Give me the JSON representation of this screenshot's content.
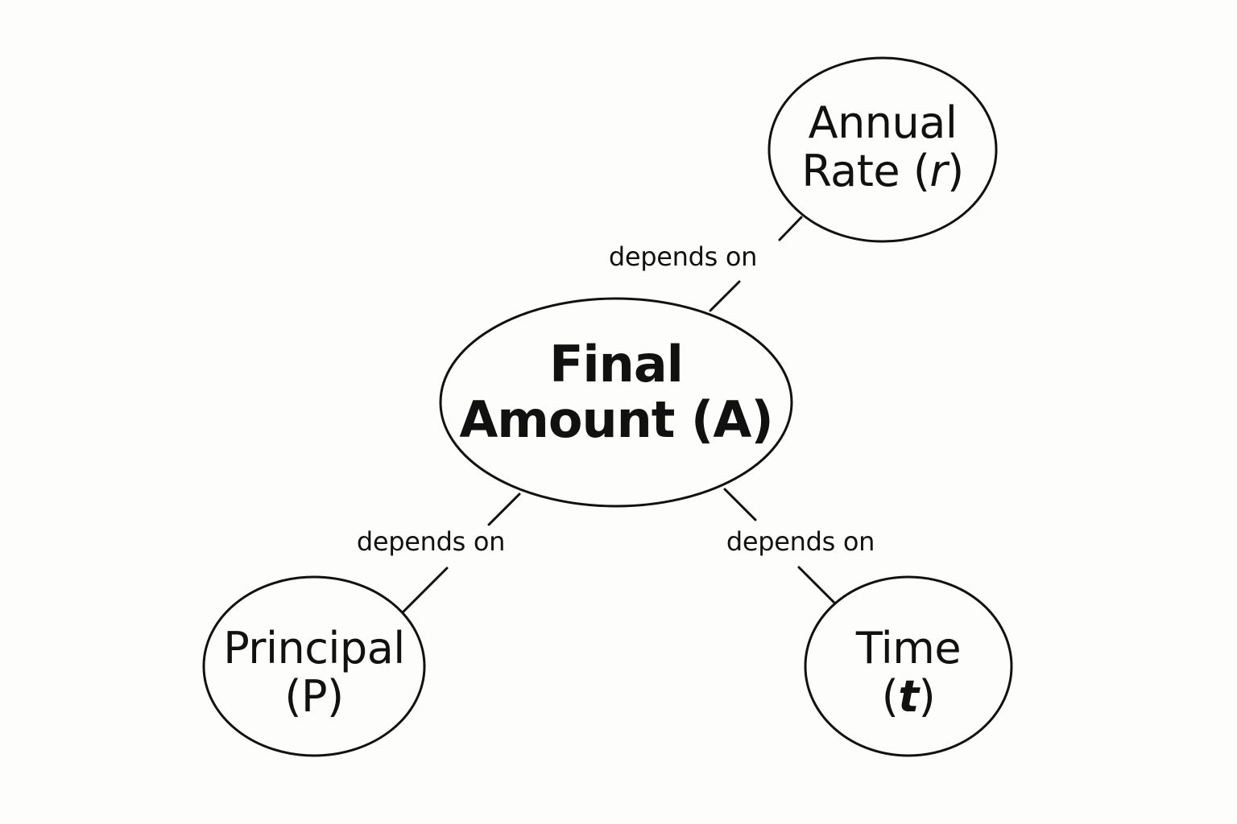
{
  "nodes": {
    "central": {
      "line1": "Final",
      "line2_prefix": "Amount (",
      "line2_var": "A",
      "line2_suffix": ")"
    },
    "rate": {
      "line1": "Annual",
      "line2_prefix": "Rate (",
      "line2_var": "r",
      "line2_suffix": ")"
    },
    "principal": {
      "line1": "Principal",
      "line2_prefix": "(",
      "line2_var": "P",
      "line2_suffix": ")"
    },
    "time": {
      "line1": "Time",
      "line2_prefix": "(",
      "line2_var": "t",
      "line2_suffix": ")"
    }
  },
  "edges": {
    "to_rate": {
      "label": "depends on"
    },
    "to_principal": {
      "label": "depends on"
    },
    "to_time": {
      "label": "depends on"
    }
  }
}
